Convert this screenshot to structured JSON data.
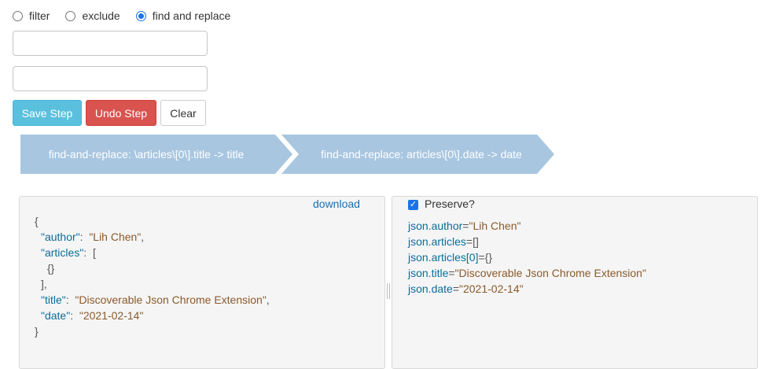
{
  "mode_options": [
    {
      "label": "filter",
      "selected": false
    },
    {
      "label": "exclude",
      "selected": false
    },
    {
      "label": "find and replace",
      "selected": true
    }
  ],
  "inputs": {
    "first_value": "",
    "second_value": ""
  },
  "buttons": {
    "save": "Save Step",
    "undo": "Undo Step",
    "clear": "Clear"
  },
  "steps": [
    "find-and-replace: \\articles\\[0\\].title -> title",
    "find-and-replace: articles\\[0\\].date -> date"
  ],
  "json_panel": {
    "download_label": "download",
    "open_brace": "{",
    "close_brace": "}",
    "author_key": "\"author\"",
    "author_value": "\"Lih Chen\"",
    "articles_key": "\"articles\"",
    "article_item": "{}",
    "array_open": "[",
    "array_close": "],",
    "title_key": "\"title\"",
    "title_value": "\"Discoverable Json Chrome Extension\"",
    "date_key": "\"date\"",
    "date_value": "\"2021-02-14\""
  },
  "paths_panel": {
    "preserve_label": "Preserve?",
    "preserve_checked": true,
    "lines": [
      {
        "path": "json.author",
        "value": "\"Lih Chen\""
      },
      {
        "path": "json.articles",
        "value": "[]"
      },
      {
        "path": "json.articles[0]",
        "value": "{}"
      },
      {
        "path": "json.title",
        "value": "\"Discoverable Json Chrome Extension\""
      },
      {
        "path": "json.date",
        "value": "\"2021-02-14\""
      }
    ],
    "equals": "="
  },
  "colors": {
    "step_bar": "#a8c6e0",
    "key": "#0b6e99",
    "string": "#8a5a2b",
    "save": "#5bc0de",
    "undo": "#d9534f",
    "link": "#1a6fb3"
  }
}
